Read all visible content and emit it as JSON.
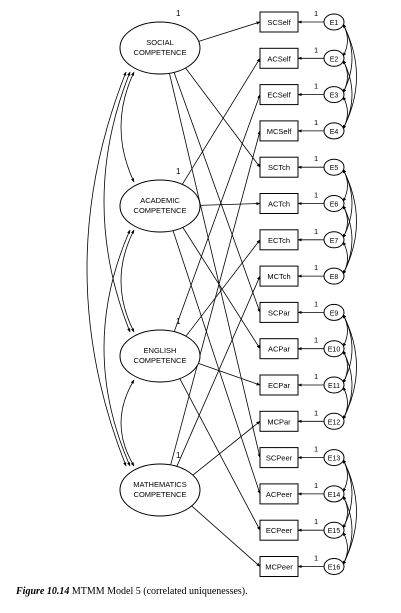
{
  "factors": [
    {
      "lines": [
        "SOCIAL",
        "COMPETENCE"
      ],
      "variance_label": "1"
    },
    {
      "lines": [
        "ACADEMIC",
        "COMPETENCE"
      ],
      "variance_label": "1"
    },
    {
      "lines": [
        "ENGLISH",
        "COMPETENCE"
      ],
      "variance_label": "1"
    },
    {
      "lines": [
        "MATHEMATICS",
        "COMPETENCE"
      ],
      "variance_label": "1"
    }
  ],
  "indicators": [
    {
      "label": "SCSelf",
      "trait": 0,
      "method": 0
    },
    {
      "label": "ACSelf",
      "trait": 1,
      "method": 0
    },
    {
      "label": "ECSelf",
      "trait": 2,
      "method": 0
    },
    {
      "label": "MCSelf",
      "trait": 3,
      "method": 0
    },
    {
      "label": "SCTch",
      "trait": 0,
      "method": 1
    },
    {
      "label": "ACTch",
      "trait": 1,
      "method": 1
    },
    {
      "label": "ECTch",
      "trait": 2,
      "method": 1
    },
    {
      "label": "MCTch",
      "trait": 3,
      "method": 1
    },
    {
      "label": "SCPar",
      "trait": 0,
      "method": 2
    },
    {
      "label": "ACPar",
      "trait": 1,
      "method": 2
    },
    {
      "label": "ECPar",
      "trait": 2,
      "method": 2
    },
    {
      "label": "MCPar",
      "trait": 3,
      "method": 2
    },
    {
      "label": "SCPeer",
      "trait": 0,
      "method": 3
    },
    {
      "label": "ACPeer",
      "trait": 1,
      "method": 3
    },
    {
      "label": "ECPeer",
      "trait": 2,
      "method": 3
    },
    {
      "label": "MCPeer",
      "trait": 3,
      "method": 3
    }
  ],
  "errors": [
    "E1",
    "E2",
    "E3",
    "E4",
    "E5",
    "E6",
    "E7",
    "E8",
    "E9",
    "E10",
    "E11",
    "E12",
    "E13",
    "E14",
    "E15",
    "E16"
  ],
  "error_path_label": "1",
  "caption": {
    "figure_label": "Figure 10.14",
    "text": "MTMM Model 5 (correlated uniquenesses)."
  }
}
